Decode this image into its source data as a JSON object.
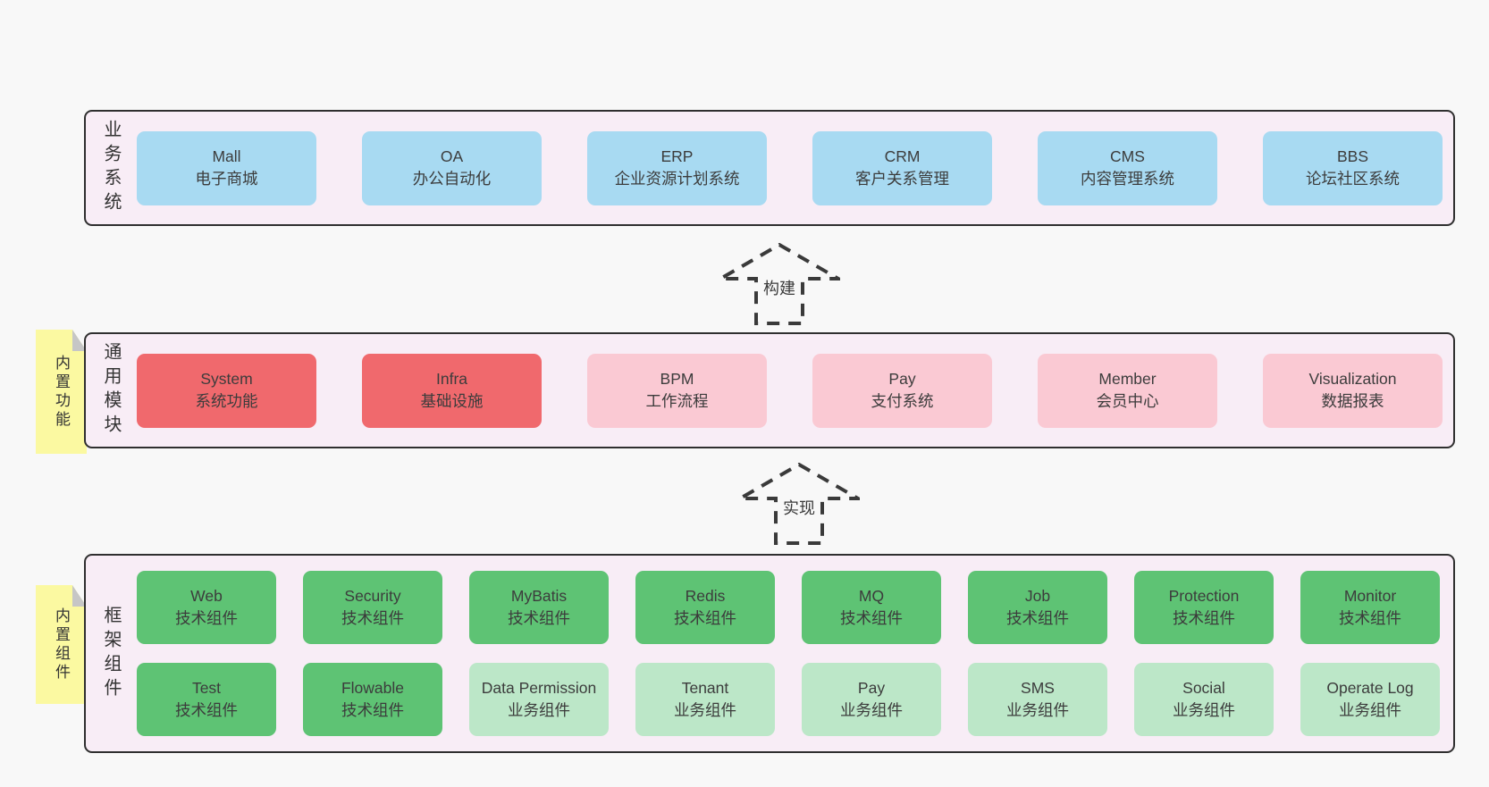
{
  "colors": {
    "page_bg": "#f8f8f8",
    "band_bg": "#f8edf6",
    "band_border": "#2f2f2f",
    "blue_box": "#a8daf2",
    "red_box": "#f0696d",
    "pink_box": "#fac9d3",
    "green_box": "#5ec374",
    "light_green_box": "#bce7c8",
    "sticky_bg": "#fbf9a1",
    "sticky_fold": "#c6c6c6",
    "text": "#3a3a3a"
  },
  "bands": [
    {
      "label": "业务系统",
      "boxes": [
        {
          "name": "Mall",
          "desc": "电子商城",
          "variant": "blue"
        },
        {
          "name": "OA",
          "desc": "办公自动化",
          "variant": "blue"
        },
        {
          "name": "ERP",
          "desc": "企业资源计划系统",
          "variant": "blue"
        },
        {
          "name": "CRM",
          "desc": "客户关系管理",
          "variant": "blue"
        },
        {
          "name": "CMS",
          "desc": "内容管理系统",
          "variant": "blue"
        },
        {
          "name": "BBS",
          "desc": "论坛社区系统",
          "variant": "blue"
        }
      ]
    },
    {
      "label": "通用模块",
      "sticky": "内置功能",
      "boxes": [
        {
          "name": "System",
          "desc": "系统功能",
          "variant": "red"
        },
        {
          "name": "Infra",
          "desc": "基础设施",
          "variant": "red"
        },
        {
          "name": "BPM",
          "desc": "工作流程",
          "variant": "pink"
        },
        {
          "name": "Pay",
          "desc": "支付系统",
          "variant": "pink"
        },
        {
          "name": "Member",
          "desc": "会员中心",
          "variant": "pink"
        },
        {
          "name": "Visualization",
          "desc": "数据报表",
          "variant": "pink"
        }
      ]
    },
    {
      "label": "框架组件",
      "sticky": "内置组件",
      "rows": [
        [
          {
            "name": "Web",
            "desc": "技术组件",
            "variant": "green"
          },
          {
            "name": "Security",
            "desc": "技术组件",
            "variant": "green"
          },
          {
            "name": "MyBatis",
            "desc": "技术组件",
            "variant": "green"
          },
          {
            "name": "Redis",
            "desc": "技术组件",
            "variant": "green"
          },
          {
            "name": "MQ",
            "desc": "技术组件",
            "variant": "green"
          },
          {
            "name": "Job",
            "desc": "技术组件",
            "variant": "green"
          },
          {
            "name": "Protection",
            "desc": "技术组件",
            "variant": "green"
          },
          {
            "name": "Monitor",
            "desc": "技术组件",
            "variant": "green"
          }
        ],
        [
          {
            "name": "Test",
            "desc": "技术组件",
            "variant": "green"
          },
          {
            "name": "Flowable",
            "desc": "技术组件",
            "variant": "green"
          },
          {
            "name": "Data Permission",
            "desc": "业务组件",
            "variant": "light-green"
          },
          {
            "name": "Tenant",
            "desc": "业务组件",
            "variant": "light-green"
          },
          {
            "name": "Pay",
            "desc": "业务组件",
            "variant": "light-green"
          },
          {
            "name": "SMS",
            "desc": "业务组件",
            "variant": "light-green"
          },
          {
            "name": "Social",
            "desc": "业务组件",
            "variant": "light-green"
          },
          {
            "name": "Operate Log",
            "desc": "业务组件",
            "variant": "light-green"
          }
        ]
      ]
    }
  ],
  "arrows": [
    {
      "label": "构建"
    },
    {
      "label": "实现"
    }
  ]
}
